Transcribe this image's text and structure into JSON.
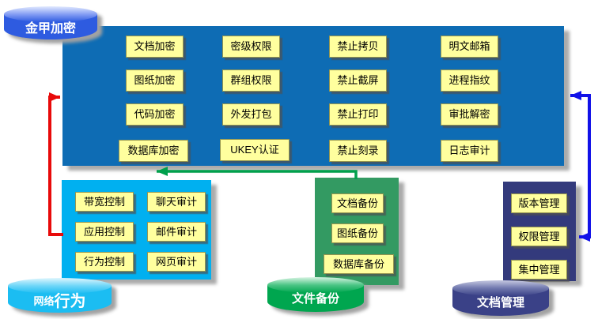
{
  "colors": {
    "main_panel": "#0E6CB4",
    "network_panel": "#00B0F0",
    "backup_panel": "#339A62",
    "docmgmt_panel": "#333A7C",
    "chip_bg": "#FFFF9E",
    "top_cylinder": "#2E5BE0",
    "network_cylinder": "#1BBDF2",
    "backup_cylinder": "#00A64F",
    "docmgmt_cylinder": "#3A4187",
    "arrow_red": "#E80A0A",
    "arrow_green": "#00A04C",
    "arrow_blue": "#1111E8"
  },
  "cylinders": {
    "jinjia": {
      "label": "金甲加密"
    },
    "network": {
      "label_prefix": "网络",
      "label_main": "行为"
    },
    "backup": {
      "label": "文件备份"
    },
    "docmgmt": {
      "label": "文档管理"
    }
  },
  "encryption_panel": {
    "columns": [
      [
        "文档加密",
        "图纸加密",
        "代码加密",
        "数据库加密"
      ],
      [
        "密级权限",
        "群组权限",
        "外发打包",
        "UKEY认证"
      ],
      [
        "禁止拷贝",
        "禁止截屏",
        "禁止打印",
        "禁止刻录"
      ],
      [
        "明文邮箱",
        "进程指纹",
        "审批解密",
        "日志审计"
      ]
    ]
  },
  "network_panel": {
    "rows": [
      [
        "带宽控制",
        "聊天审计"
      ],
      [
        "应用控制",
        "邮件审计"
      ],
      [
        "行为控制",
        "网页审计"
      ]
    ]
  },
  "backup_panel": {
    "items": [
      "文档备份",
      "图纸备份",
      "数据库备份"
    ]
  },
  "docmgmt_panel": {
    "items": [
      "版本管理",
      "权限管理",
      "集中管理"
    ]
  }
}
